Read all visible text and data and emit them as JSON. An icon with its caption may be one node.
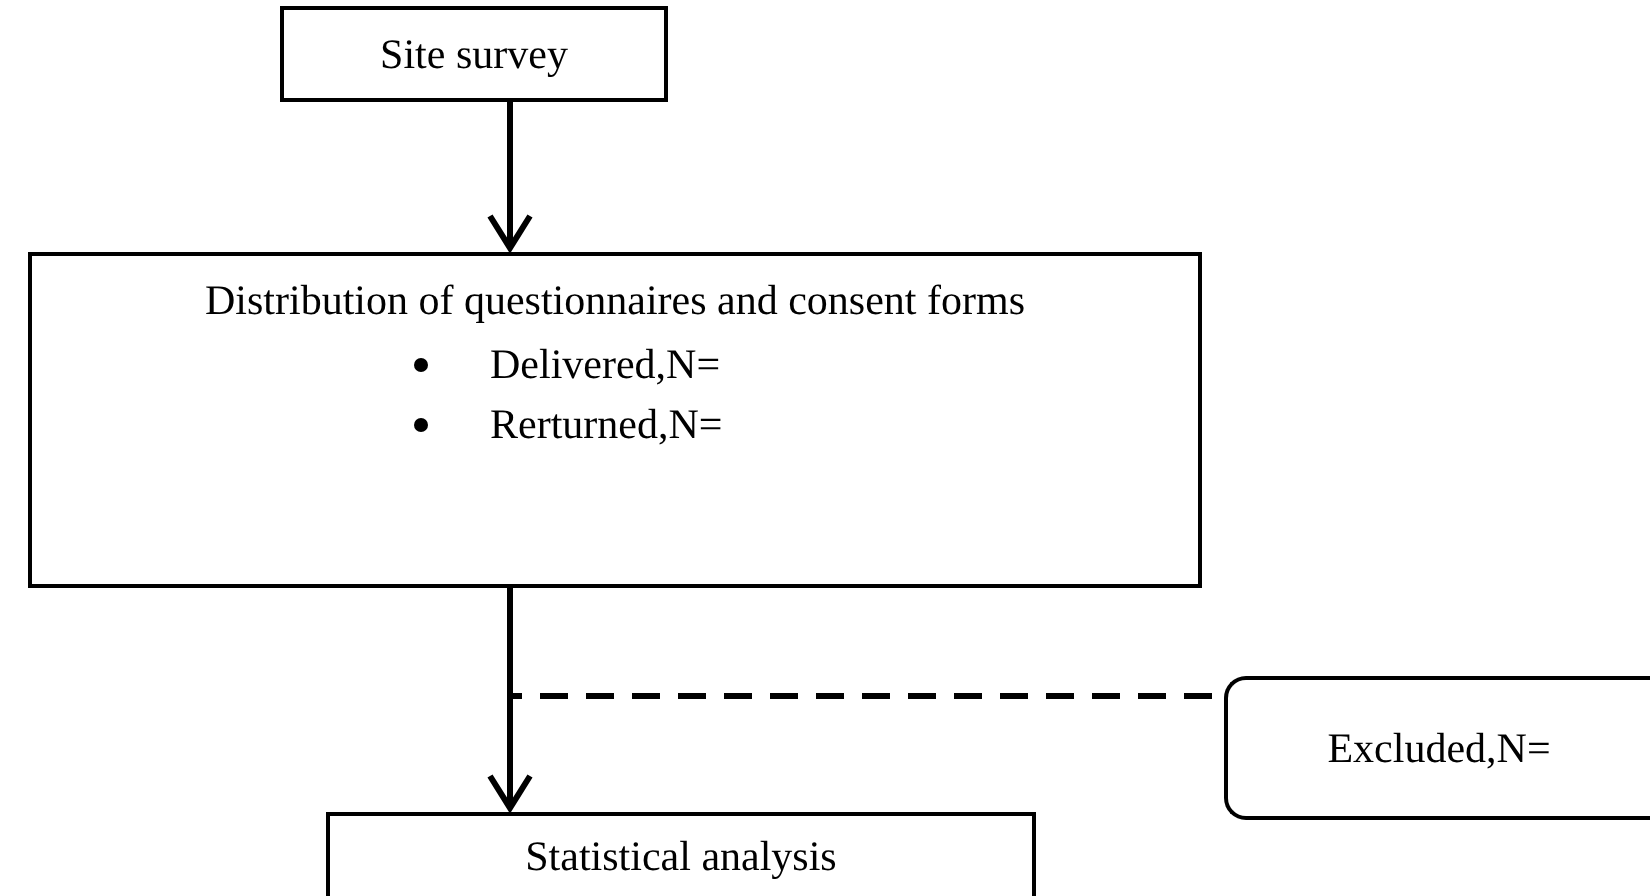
{
  "diagram": {
    "nodes": [
      {
        "text": [
          "Site survey"
        ]
      },
      {
        "text": [
          "Distribution of questionnaires and consent forms",
          "Delivered,N=",
          "Rerturned,N="
        ]
      },
      {
        "text": [
          "Excluded,N="
        ]
      },
      {
        "text": [
          "Statistical analysis"
        ]
      }
    ],
    "edges": [
      {
        "from": 0,
        "to": 1,
        "arrow": "to"
      },
      {
        "from": 1,
        "to": 3,
        "arrow": "to"
      },
      {
        "from": 1,
        "to": 2,
        "arrow": "none",
        "style": "dashed"
      }
    ]
  }
}
